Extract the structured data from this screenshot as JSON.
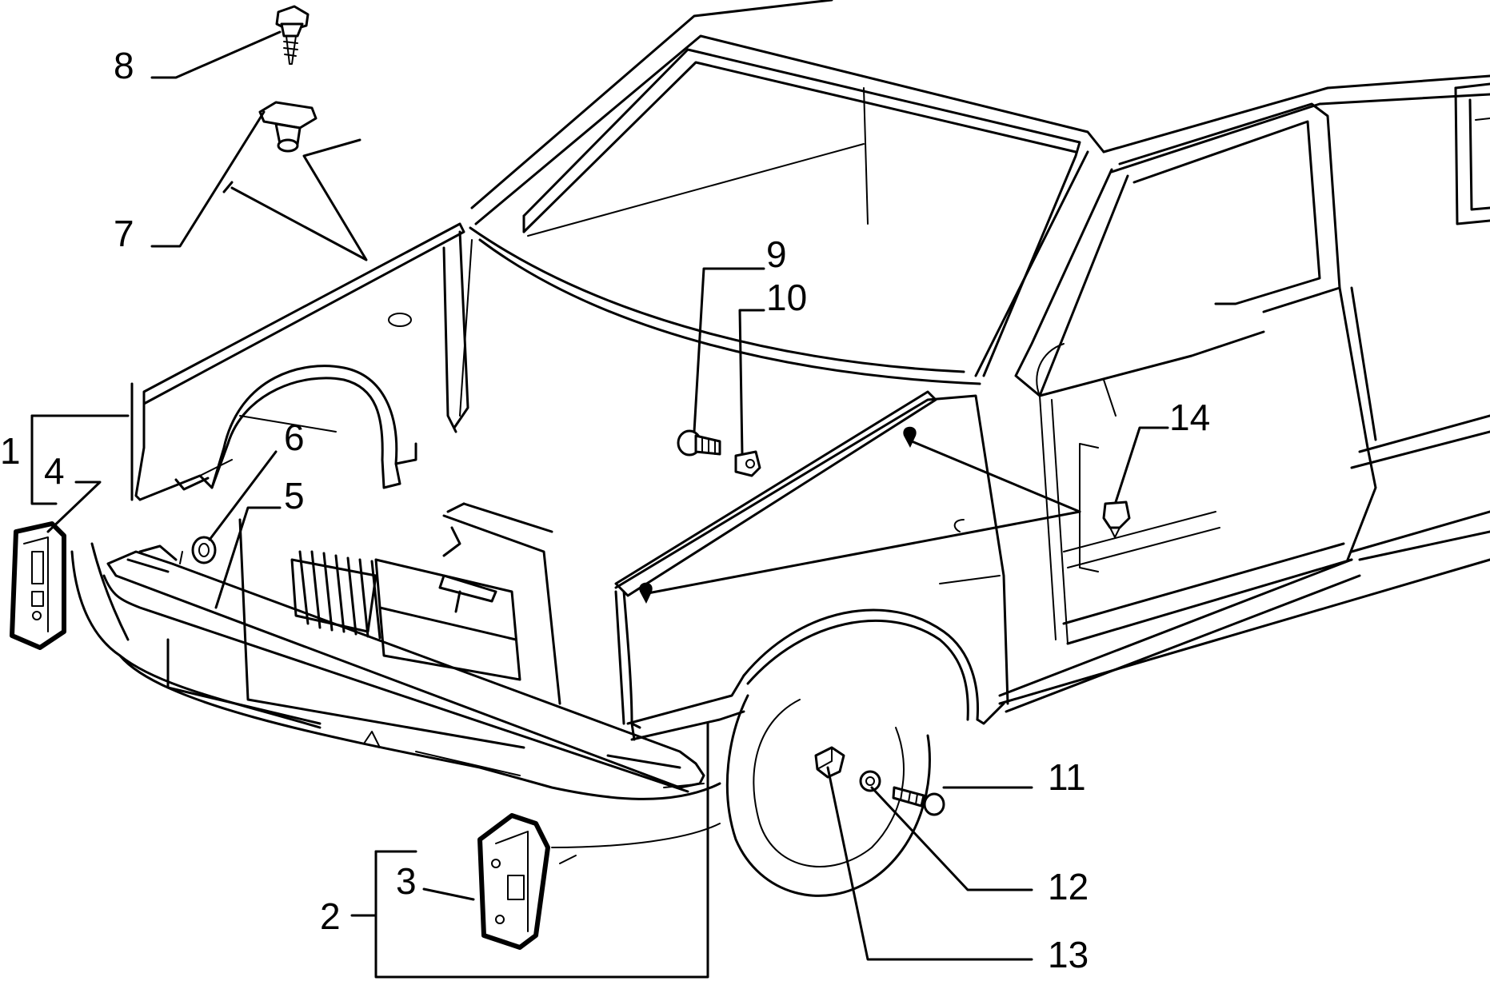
{
  "diagram": {
    "type": "exploded parts diagram",
    "subject": "car front end",
    "callouts": [
      {
        "id": "1",
        "label": "1"
      },
      {
        "id": "2",
        "label": "2"
      },
      {
        "id": "3",
        "label": "3"
      },
      {
        "id": "4",
        "label": "4"
      },
      {
        "id": "5",
        "label": "5"
      },
      {
        "id": "6",
        "label": "6"
      },
      {
        "id": "7",
        "label": "7"
      },
      {
        "id": "8",
        "label": "8"
      },
      {
        "id": "9",
        "label": "9"
      },
      {
        "id": "10",
        "label": "10"
      },
      {
        "id": "11",
        "label": "11"
      },
      {
        "id": "12",
        "label": "12"
      },
      {
        "id": "13",
        "label": "13"
      },
      {
        "id": "14",
        "label": "14"
      }
    ]
  }
}
